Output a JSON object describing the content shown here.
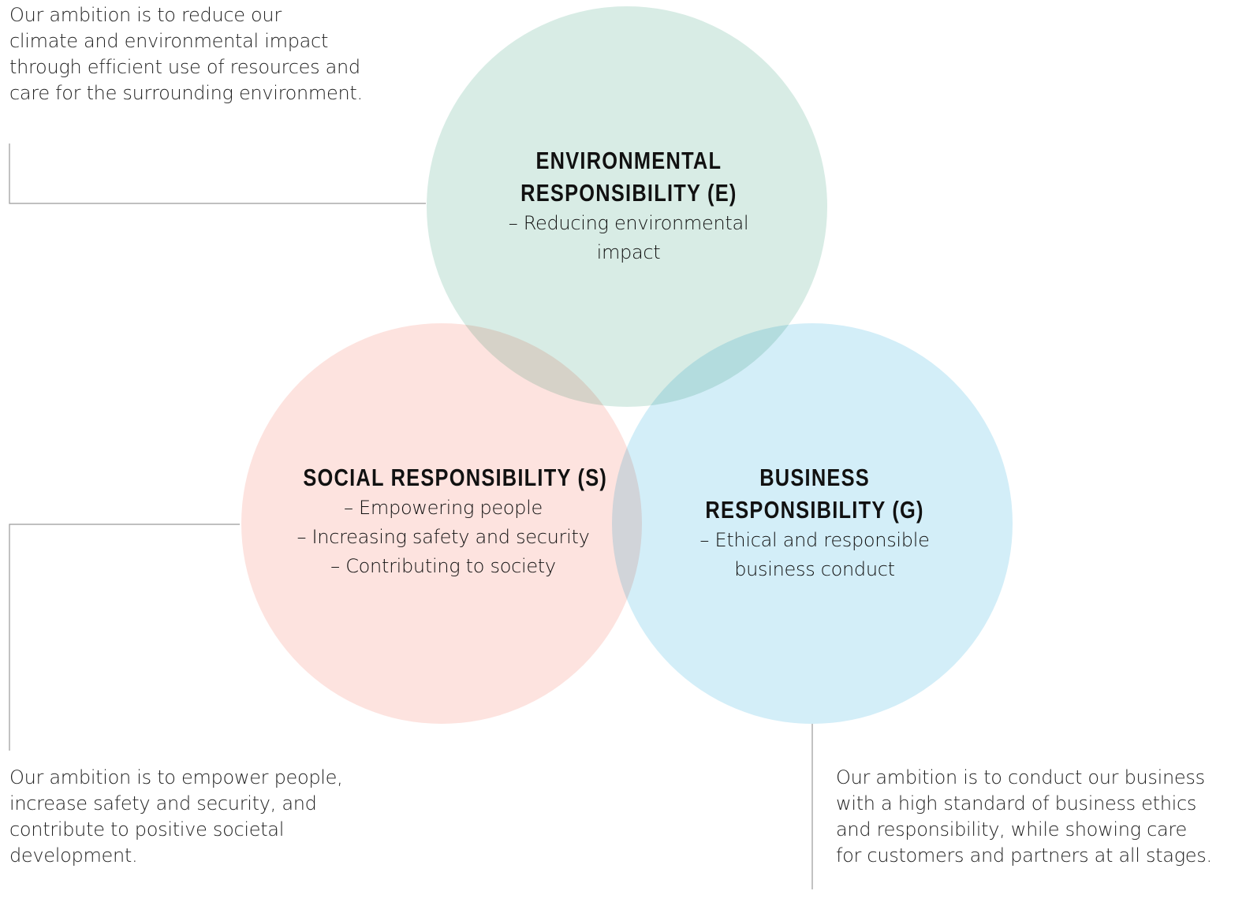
{
  "colors": {
    "environmental": "#d8ece5",
    "social": "#fde3df",
    "business": "#d3eef8",
    "connector": "#9a9a9a"
  },
  "environmental": {
    "heading": [
      "ENVIRONMENTAL",
      "RESPONSIBILITY (E)"
    ],
    "items": [
      "– Reducing environmental",
      "impact"
    ],
    "ambition": [
      "Our ambition is to reduce our",
      "climate and environmental impact",
      "through efficient use of resources and",
      "care for the surrounding environment."
    ]
  },
  "social": {
    "heading": [
      "SOCIAL RESPONSIBILITY (S)"
    ],
    "items": [
      "– Empowering people",
      "– Increasing safety and security",
      "– Contributing to society"
    ],
    "ambition": [
      "Our ambition is to empower people,",
      "increase safety and security, and",
      "contribute to positive societal",
      "development."
    ]
  },
  "business": {
    "heading": [
      "BUSINESS",
      "RESPONSIBILITY (G)"
    ],
    "items": [
      "– Ethical and responsible",
      "business conduct"
    ],
    "ambition": [
      "Our ambition is to conduct our business",
      "with a high standard of business ethics",
      "and responsibility, while showing care",
      "for customers and partners at all stages."
    ]
  }
}
